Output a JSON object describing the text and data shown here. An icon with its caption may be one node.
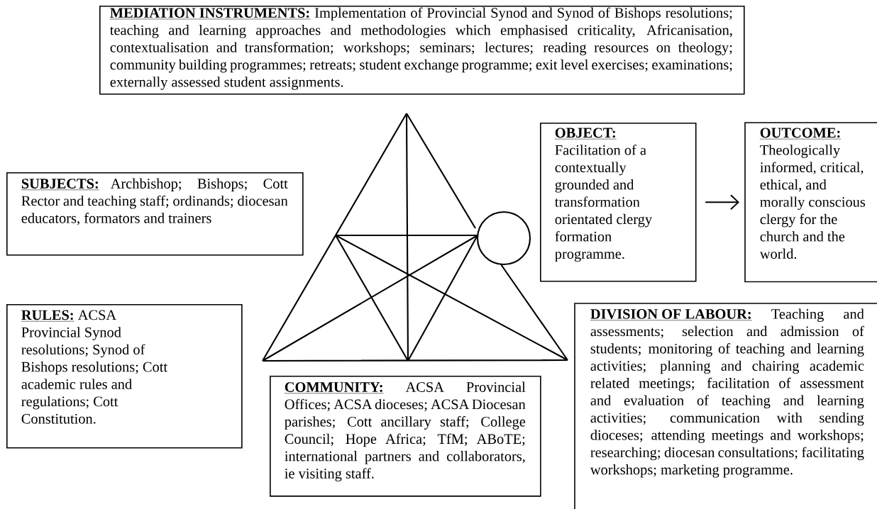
{
  "diagram": {
    "nodes": [
      {
        "text": [
          "MEDIATION INSTRUMENTS:",
          "Implementation of Provincial Synod and Synod of Bishops resolutions; teaching and learning approaches and methodologies which emphasised criticality, Africanisation, contextualisation and transformation; workshops; seminars; lectures; reading resources on theology; community building programmes; retreats; student exchange programme; exit level exercises; examinations; externally assessed student assignments."
        ]
      },
      {
        "text": [
          "SUBJECTS:",
          "Archbishop; Bishops; Cott Rector and teaching staff; ordinands; diocesan educators, formators and trainers"
        ]
      },
      {
        "text": [
          "RULES:",
          "ACSA Provincial Synod resolutions; Synod of Bishops resolutions; Cott academic rules and regulations; Cott Constitution."
        ]
      },
      {
        "text": [
          "OBJECT:",
          "Facilitation of a contextually grounded and transformation orientated clergy formation programme."
        ]
      },
      {
        "text": [
          "OUTCOME:",
          "Theologically informed, critical, ethical, and morally conscious clergy for the church and the world."
        ]
      },
      {
        "text": [
          "COMMUNITY:",
          "ACSA Provincial Offices; ACSA dioceses; ACSA Diocesan parishes; Cott ancillary staff; College Council; Hope Africa; TfM; ABoTE; international partners and collaborators, ie visiting staff."
        ]
      },
      {
        "text": [
          "DIVISION OF LABOUR:",
          "Teaching and assessments; selection and admission of students; monitoring of teaching and learning activities; planning and chairing academic related meetings; facilitation of assessment and evaluation of teaching and learning activities; communication with sending dioceses; attending meetings and workshops; researching; diocesan consultations; facilitating workshops; marketing programme."
        ]
      }
    ],
    "edges": [
      {
        "from": 3,
        "to": 4,
        "arrow": "to"
      }
    ]
  }
}
